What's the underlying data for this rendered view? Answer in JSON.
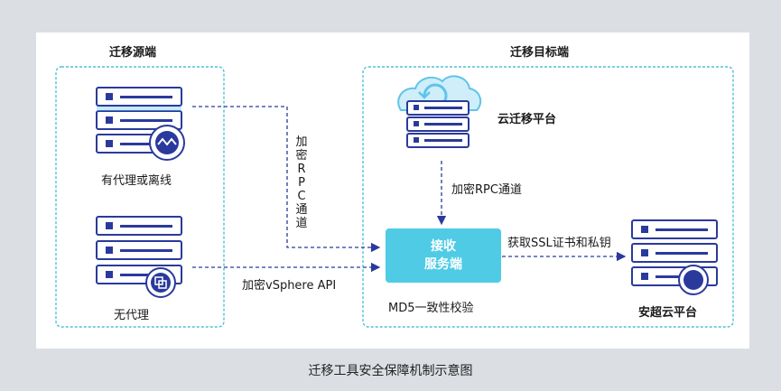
{
  "source": {
    "title": "迁移源端",
    "agent_label": "有代理或离线",
    "agentless_label": "无代理"
  },
  "target": {
    "title": "迁移目标端",
    "cloud_platform_label": "云迁移平台",
    "receiver_line1": "接收",
    "receiver_line2": "服务端",
    "md5_label": "MD5一致性校验",
    "ssl_label": "获取SSL证书和私钥",
    "anchao_label": "安超云平台"
  },
  "links": {
    "rpc_vertical": "加密RPC通道",
    "rpc_target": "加密RPC通道",
    "vsphere": "加密vSphere API"
  },
  "caption": "迁移工具安全保障机制示意图",
  "colors": {
    "server_fill": "#2a3a9c",
    "server_accent": "#5fc4ea",
    "receiver_fill": "#4fcbe6",
    "dashed_border": "#4fc0d8",
    "dashed_link": "#2a3a9c"
  },
  "icons": {
    "sync_badge": "wave-icon",
    "vmware_badge": "vmware-icon",
    "cloud": "cloud-icon"
  }
}
